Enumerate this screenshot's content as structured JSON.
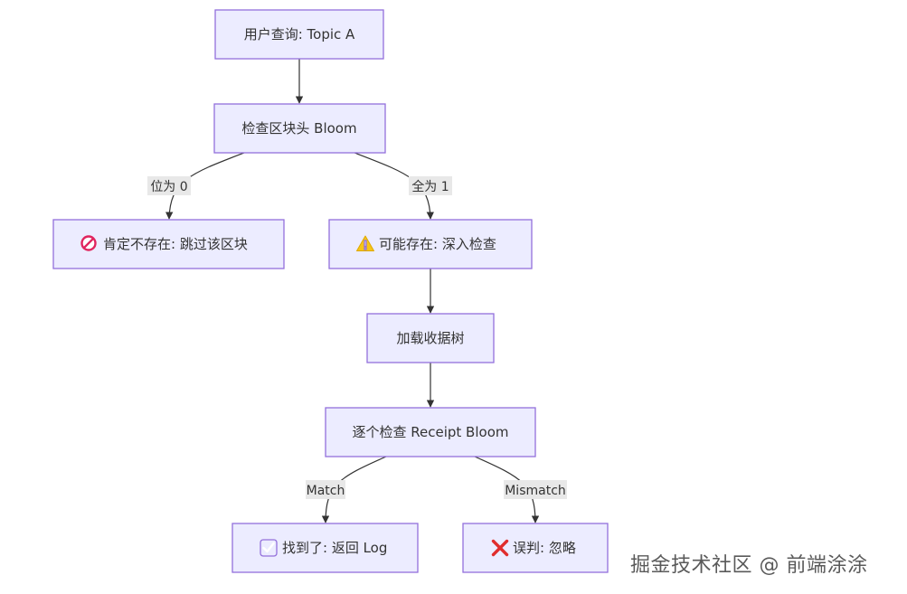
{
  "nodes": {
    "query": {
      "label": "用户查询: Topic A"
    },
    "block_bloom": {
      "label": "检查区块头 Bloom"
    },
    "not_exist": {
      "icon": "prohibited-icon",
      "label": "肯定不存在: 跳过该区块"
    },
    "maybe_exist": {
      "icon": "warning-icon",
      "label": "可能存在: 深入检查"
    },
    "load_tree": {
      "label": "加载收据树"
    },
    "receipt_bloom": {
      "label": "逐个检查 Receipt Bloom"
    },
    "found": {
      "icon": "check-mark-icon",
      "label": "找到了: 返回 Log"
    },
    "false_positive": {
      "icon": "cross-mark-icon",
      "label": "误判: 忽略"
    }
  },
  "edges": {
    "bit_zero": {
      "label": "位为 0"
    },
    "all_one": {
      "label": "全为 1"
    },
    "match": {
      "label": "Match"
    },
    "mismatch": {
      "label": "Mismatch"
    }
  },
  "watermark": {
    "text": "掘金技术社区 @ 前端涂涂"
  },
  "colors": {
    "node_fill": "#ECECFF",
    "node_stroke": "#9370DB",
    "edge": "#333333",
    "edge_label_bg": "#E8E8E8",
    "text": "#333333"
  }
}
